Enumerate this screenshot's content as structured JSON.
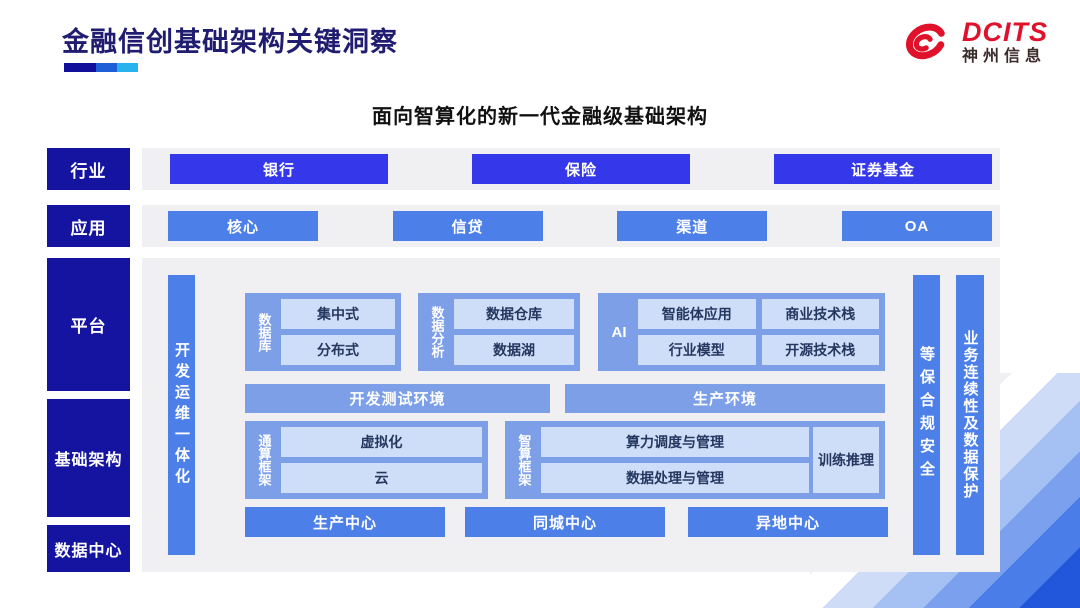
{
  "header": {
    "title": "金融信创基础架构关键洞察",
    "logo": {
      "name": "DCITS",
      "cn": "神州信息"
    }
  },
  "subtitle": "面向智算化的新一代金融级基础架构",
  "sidebar": {
    "labels": [
      "行业",
      "应用",
      "平台",
      "基础架构",
      "数据中心"
    ]
  },
  "industry": {
    "items": [
      "银行",
      "保险",
      "证券基金"
    ]
  },
  "application": {
    "items": [
      "核心",
      "信贷",
      "渠道",
      "OA"
    ]
  },
  "platform": {
    "devops_bar": "开发运维一体化",
    "security_bar": "等保合规安全",
    "continuity_bar": "业务连续性及数据保护",
    "sections": [
      {
        "label": "数据库",
        "items": [
          "集中式",
          "分布式"
        ]
      },
      {
        "label": "数据分析",
        "items": [
          "数据仓库",
          "数据湖"
        ]
      },
      {
        "label": "AI",
        "items": [
          "智能体应用",
          "商业技术栈",
          "行业模型",
          "开源技术栈"
        ]
      }
    ],
    "environments": [
      "开发测试环境",
      "生产环境"
    ],
    "frameworks": [
      {
        "label": "通算框架",
        "items": [
          "虚拟化",
          "云"
        ]
      },
      {
        "label": "智算框架",
        "items": [
          "算力调度与管理",
          "数据处理与管理"
        ],
        "side_item": "训练推理"
      }
    ],
    "centers": [
      "生产中心",
      "同城中心",
      "异地中心"
    ]
  },
  "colors": {
    "title_navy": "#201d70",
    "rail_navy": "#1414a0",
    "royal_blue": "#3538ea",
    "bright_blue": "#4c7fe8",
    "medium_blue": "#7d9fe8",
    "light_blue": "#cfdef8",
    "brand_red": "#e0112b",
    "underline": [
      "#12109b",
      "#1e5fd8",
      "#29b2ee"
    ]
  }
}
